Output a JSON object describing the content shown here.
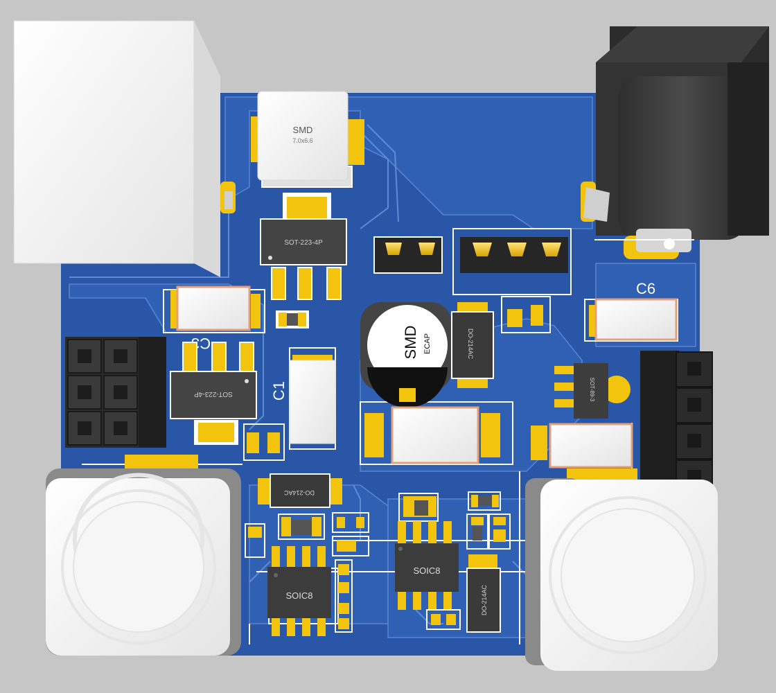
{
  "colors": {
    "background": "#c6c6c6",
    "board": "#2a56a7",
    "copper_pour": "#2f60b4",
    "silkscreen": "#ffffff",
    "pad": "#f2c40d",
    "component_white": "#f2f2f2",
    "component_dark": "#3a3a3a",
    "header_black": "#262626"
  },
  "labels": {
    "inductor_top": "SMD",
    "inductor_top_size": "7.0x6.6",
    "regulator_top": "SOT-223-4P",
    "regulator_left": "SOT-223-4P",
    "ecap_main": "SMD",
    "ecap_sub": "ECAP",
    "diode_mid": "DO-214AC",
    "diode_low": "DO-214AC",
    "diode_right": "DO-214AC",
    "sot89": "SOT-89-3",
    "soic_left": "SOIC8",
    "soic_mid": "SOIC8",
    "ref_c1": "C1",
    "ref_c3": "C3",
    "ref_c6": "C6"
  }
}
